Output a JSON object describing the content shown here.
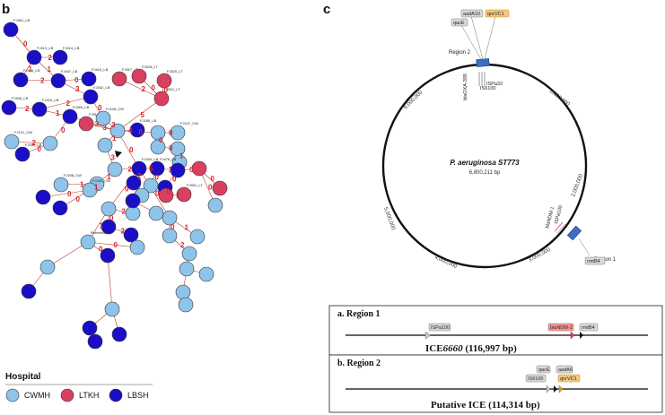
{
  "panel_b": {
    "letter": "b",
    "legend": {
      "title": "Hospital",
      "items": [
        {
          "label": "CWMH",
          "color": "#8ec3ea"
        },
        {
          "label": "LTKH",
          "color": "#d94060"
        },
        {
          "label": "LBSH",
          "color": "#1a0fc7"
        }
      ]
    },
    "node_labels": [
      "FJ461_LB",
      "FJ413_LB",
      "FJ414_LB",
      "FJ416_LB",
      "FJ447_LB",
      "FJ410_LB",
      "FJ432_LB",
      "FJ408_LB",
      "FJ415_LB",
      "FJ459_LB",
      "FJ131_CW",
      "FJ330_LB",
      "FJ428_LB",
      "FJ517_LT",
      "FJ528_LT",
      "FJ520_LT",
      "FJ521_LT",
      "FJ523_LT",
      "FJ189_LB",
      "FJ513_LT",
      "FJ108_CW",
      "FJ147_CW",
      "FJ501_LT",
      "FJ434_LB",
      "FJ476_LB",
      "FJ208_CW",
      "FJ152_CW",
      "Reference",
      "FJ159_CW",
      "FJ177_CW",
      "FJ135_CW",
      "FJ162_CW",
      "FJ131_LB",
      "FJ158_LB",
      "FJ143_CW",
      "FJ163_CW",
      "FJ172_CW",
      "FJ199_CW",
      "FJ421_LB",
      "FJ107_CW"
    ],
    "edge_labels": [
      "0",
      "2",
      "1",
      "1",
      "2",
      "0",
      "3",
      "2",
      "2",
      "1",
      "3",
      "2",
      "0",
      "0",
      "0",
      "2",
      "0",
      "0",
      "5",
      "3",
      "3",
      "4",
      "0",
      "0",
      "0",
      "0",
      "1",
      "1",
      "0",
      "5",
      "1",
      "0",
      "0",
      "0",
      "3",
      "2",
      "2",
      "1",
      "0",
      "0",
      "0",
      "1",
      "1",
      "1",
      "0",
      "0",
      "0",
      "2",
      "0",
      "2",
      "0",
      "0",
      "1",
      "1",
      "0",
      "0",
      "2"
    ]
  },
  "panel_c": {
    "letter": "c",
    "plasmid": {
      "organism": "P. aeruginosa ST773",
      "size": "6,800,211 bp",
      "ticks": [
        "1,000,000",
        "2,000,000",
        "3,000,000",
        "4,000,000",
        "5,000,000",
        "6,000,000"
      ],
      "region1_label": "Region 1",
      "region2_label": "Region 2",
      "region1_genes": [
        "blaNDM-1",
        "ISPa100"
      ],
      "region1_tag": "rmtB4",
      "region2_genes": [
        "blaOXA-395",
        "IS6100",
        "ISPa32"
      ],
      "region2_tags": [
        "aadA10",
        "qacE",
        "qnrVC1"
      ]
    },
    "box_a": {
      "title": "a. Region 1",
      "tags": [
        "ISPa100",
        "blaNDM-1",
        "rmtB4"
      ],
      "caption_prefix": "ICE",
      "caption_italic": "6660",
      "caption_suffix": "(116,997 bp)"
    },
    "box_b": {
      "title": "b. Region 2",
      "tags": [
        "qacE",
        "aadA6",
        "IS6100",
        "qnrVC1"
      ],
      "caption": "Putative ICE (114,314 bp)"
    }
  },
  "colors": {
    "cwmh": "#8ec3ea",
    "ltkh": "#d94060",
    "lbsh": "#1a0fc7",
    "edge": "#c0392b",
    "region_blue": "#3a6fc4",
    "tag_orange": "#f5c97a",
    "tag_grey": "#d9d9d9",
    "tag_red": "#f19a9a"
  }
}
